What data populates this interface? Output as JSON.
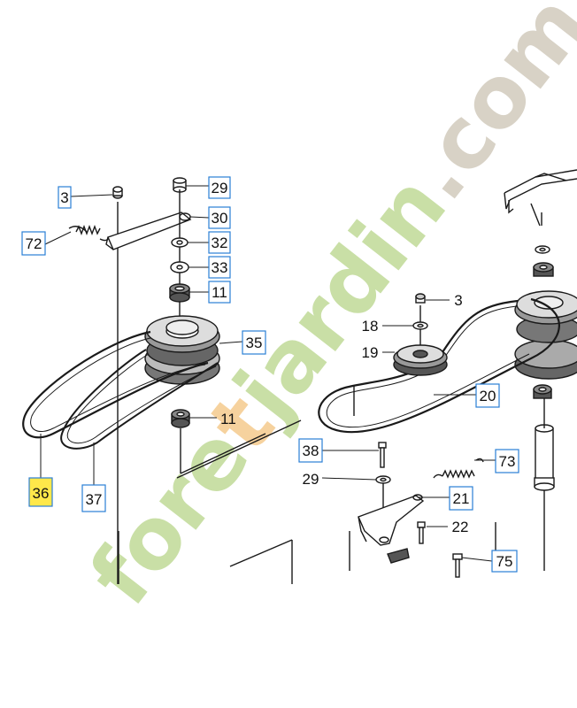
{
  "watermark": {
    "text_first": "fore",
    "text_mid": "t",
    "text_rest": "jardin",
    "text_dot": ".com",
    "colors": {
      "green": "#c9dfa6",
      "orange": "#f6d29e",
      "grey": "#d8d2c6"
    }
  },
  "callouts": [
    {
      "id": "c3a",
      "label": "3",
      "boxed": true,
      "highlight": false
    },
    {
      "id": "c72",
      "label": "72",
      "boxed": true,
      "highlight": false
    },
    {
      "id": "c29a",
      "label": "29",
      "boxed": true,
      "highlight": false
    },
    {
      "id": "c30",
      "label": "30",
      "boxed": true,
      "highlight": false
    },
    {
      "id": "c32",
      "label": "32",
      "boxed": true,
      "highlight": false
    },
    {
      "id": "c33",
      "label": "33",
      "boxed": true,
      "highlight": false
    },
    {
      "id": "c11a",
      "label": "11",
      "boxed": true,
      "highlight": false
    },
    {
      "id": "c35",
      "label": "35",
      "boxed": true,
      "highlight": false
    },
    {
      "id": "c11b",
      "label": "11",
      "boxed": false,
      "highlight": false
    },
    {
      "id": "c36",
      "label": "36",
      "boxed": true,
      "highlight": true
    },
    {
      "id": "c37",
      "label": "37",
      "boxed": true,
      "highlight": false
    },
    {
      "id": "c3b",
      "label": "3",
      "boxed": false,
      "highlight": false
    },
    {
      "id": "c18",
      "label": "18",
      "boxed": false,
      "highlight": false
    },
    {
      "id": "c19",
      "label": "19",
      "boxed": false,
      "highlight": false
    },
    {
      "id": "c20",
      "label": "20",
      "boxed": true,
      "highlight": false
    },
    {
      "id": "c38",
      "label": "38",
      "boxed": true,
      "highlight": false
    },
    {
      "id": "c73",
      "label": "73",
      "boxed": true,
      "highlight": false
    },
    {
      "id": "c29b",
      "label": "29",
      "boxed": false,
      "highlight": false
    },
    {
      "id": "c21",
      "label": "21",
      "boxed": true,
      "highlight": false
    },
    {
      "id": "c22",
      "label": "22",
      "boxed": false,
      "highlight": false
    },
    {
      "id": "c75",
      "label": "75",
      "boxed": true,
      "highlight": false
    }
  ],
  "colors": {
    "line": "#1a1a1a",
    "box": "#2a7fd6",
    "highlight": "#ffe84a"
  }
}
